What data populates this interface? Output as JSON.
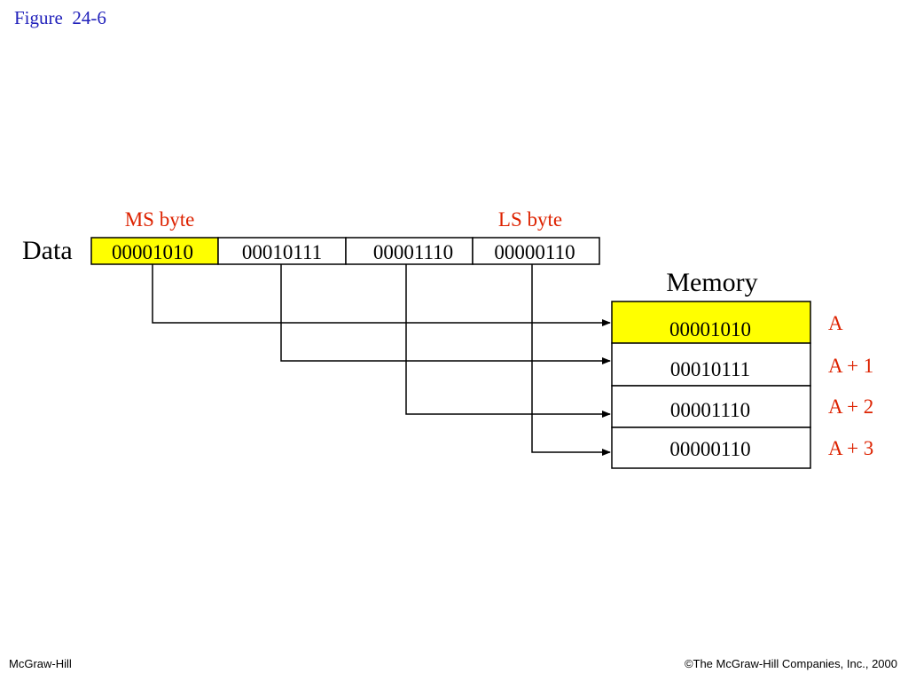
{
  "figure_title": "Figure  24-6",
  "footer": {
    "publisher": "McGraw-Hill",
    "copyright": "©The McGraw-Hill Companies, Inc., 2000"
  },
  "diagram": {
    "data_label": "Data",
    "ms_label": "MS byte",
    "ls_label": "LS byte",
    "memory_label": "Memory",
    "bytes": [
      "00001010",
      "00010111",
      "00001110",
      "00000110"
    ],
    "memory_cells": [
      "00001010",
      "00010111",
      "00001110",
      "00000110"
    ],
    "addresses": [
      "A",
      "A + 1",
      "A + 2",
      "A + 3"
    ],
    "colors": {
      "highlight": "#ffff00",
      "label_red": "#dd2200",
      "title_blue": "#2222bb"
    }
  }
}
